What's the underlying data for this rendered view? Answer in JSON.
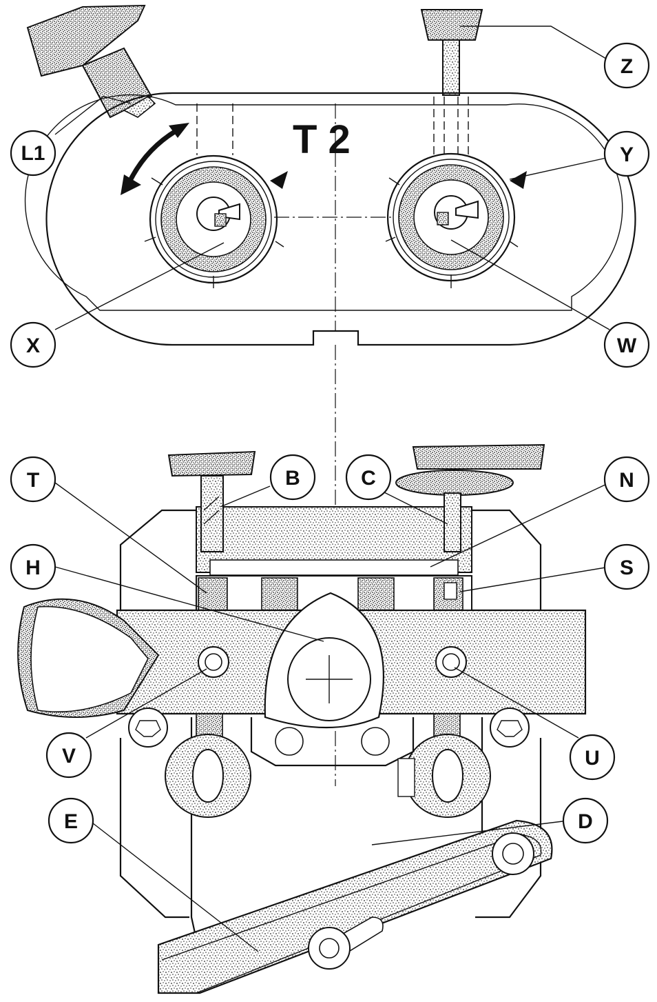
{
  "title": "T 2",
  "colors": {
    "ink": "#111111",
    "paper": "#ffffff",
    "stipple": "#8a8a8a"
  },
  "callouts": [
    "L1",
    "Z",
    "Y",
    "X",
    "W",
    "T",
    "B",
    "C",
    "N",
    "H",
    "S",
    "V",
    "U",
    "E",
    "D"
  ]
}
